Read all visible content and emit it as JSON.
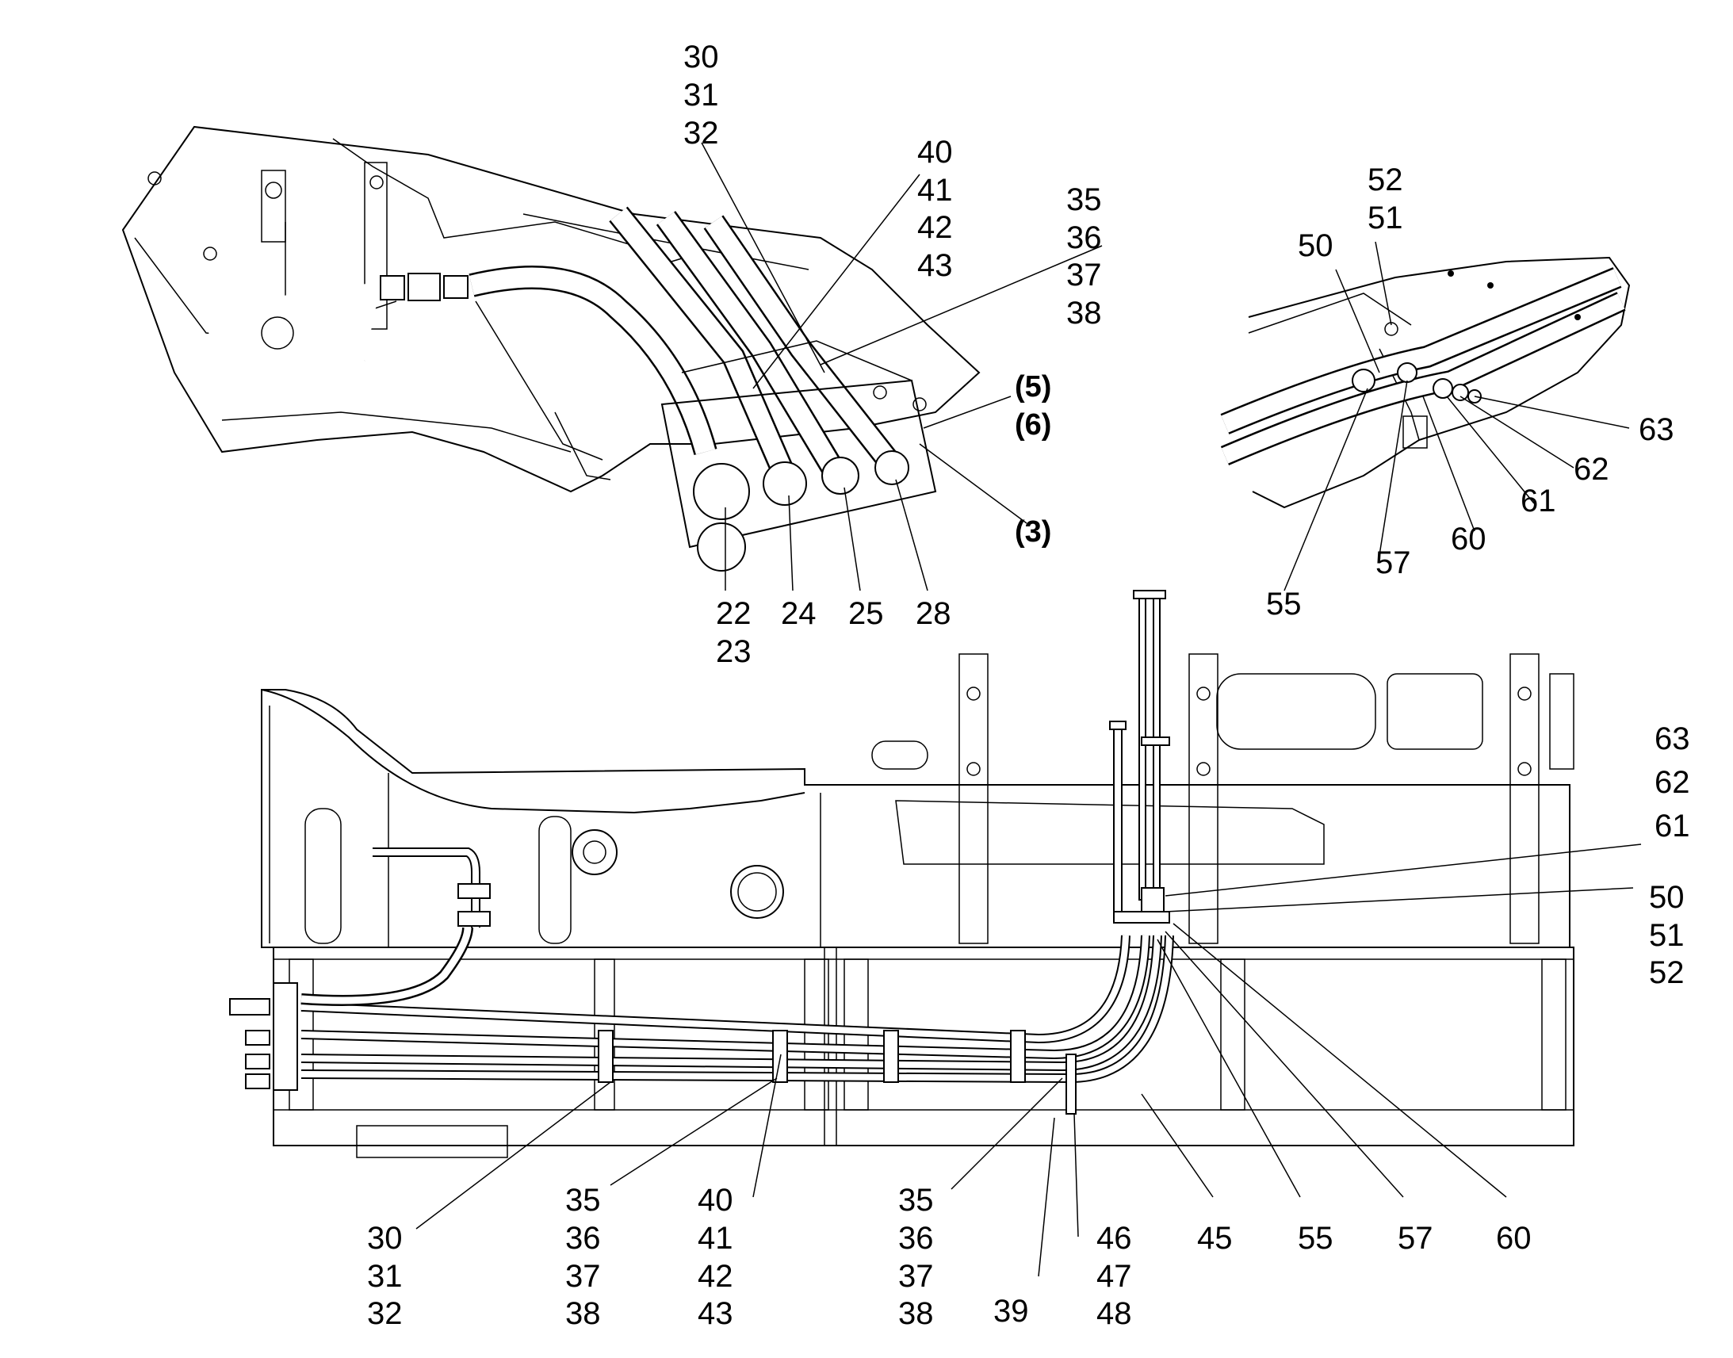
{
  "labels": {
    "top_30": "30",
    "top_31": "31",
    "top_32": "32",
    "top_40": "40",
    "top_41": "41",
    "top_42": "42",
    "top_43": "43",
    "top_35": "35",
    "top_36": "36",
    "top_37": "37",
    "top_38": "38",
    "top_5": "(5)",
    "top_6": "(6)",
    "top_3": "(3)",
    "top_22": "22",
    "top_23": "23",
    "top_24": "24",
    "top_25": "25",
    "top_28": "28",
    "det_52a": "52",
    "det_51": "51",
    "det_50": "50",
    "det_63": "63",
    "det_62": "62",
    "det_61": "61",
    "det_60": "60",
    "det_57": "57",
    "det_55": "55",
    "r_63": "63",
    "r_62": "62",
    "r_61": "61",
    "r_50": "50",
    "r_51": "51",
    "r_52": "52",
    "b_30": "30",
    "b_31": "31",
    "b_32": "32",
    "b_35a": "35",
    "b_36a": "36",
    "b_37a": "37",
    "b_38a": "38",
    "b_40": "40",
    "b_41": "41",
    "b_42": "42",
    "b_43": "43",
    "b_35b": "35",
    "b_36b": "36",
    "b_37b": "37",
    "b_38b": "38",
    "b_39": "39",
    "b_46": "46",
    "b_47": "47",
    "b_48": "48",
    "b_45": "45",
    "b_55": "55",
    "b_57": "57",
    "b_60": "60"
  }
}
